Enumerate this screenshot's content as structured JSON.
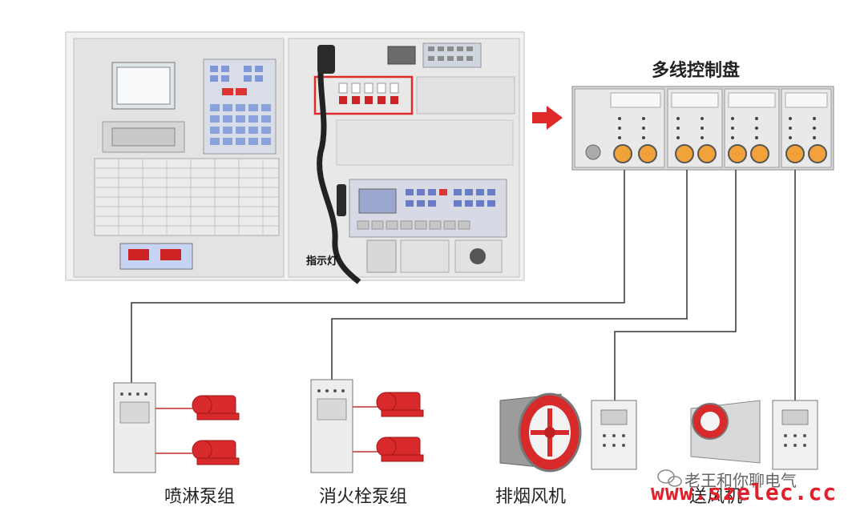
{
  "title": "多线控制盘",
  "indicator_label": "指示灯",
  "equipment": [
    {
      "label": "喷淋泵组"
    },
    {
      "label": "消火栓泵组"
    },
    {
      "label": "排烟风机"
    },
    {
      "label": "送风机"
    }
  ],
  "watermark": {
    "line1": "老王和你聊电气",
    "line2": "www.szelec.cc"
  },
  "colors": {
    "accent_red": "#e02a2a",
    "line": "#333333",
    "panel": "#e6e6e6"
  }
}
